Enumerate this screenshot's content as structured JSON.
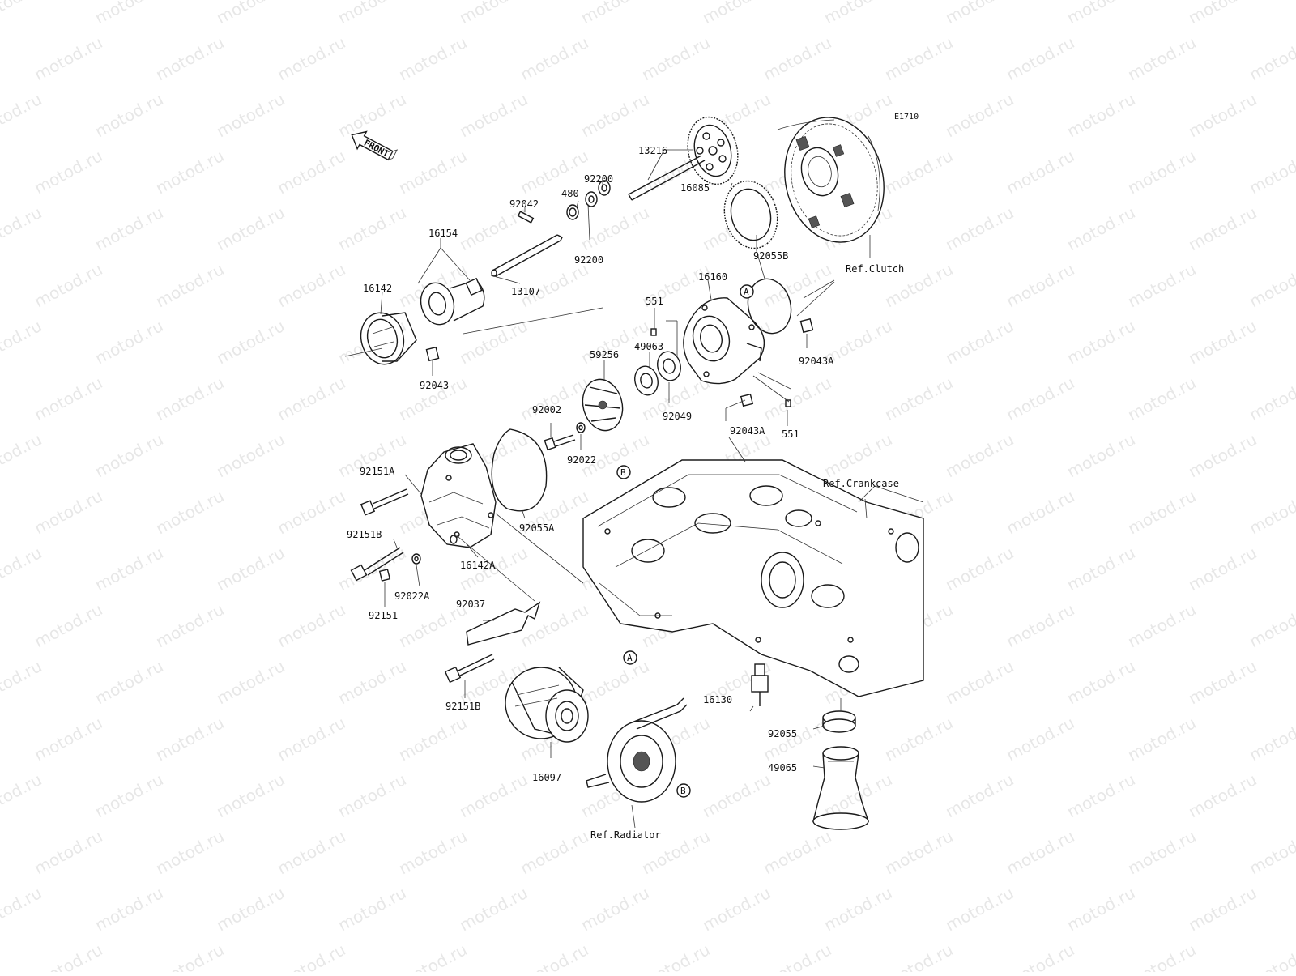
{
  "watermark": {
    "text": "motod.ru"
  },
  "diagram": {
    "code": "E1710",
    "front_label": "FRONT",
    "references": {
      "clutch": "Ref.Clutch",
      "crankcase": "Ref.Crankcase",
      "radiator": "Ref.Radiator"
    },
    "callouts": {
      "a": "A",
      "b": "B"
    },
    "parts": {
      "p13216": "13216",
      "p92200_top": "92200",
      "p480": "480",
      "p92042": "92042",
      "p16154": "16154",
      "p92200_bottom": "92200",
      "p13107": "13107",
      "p16085": "16085",
      "p92055B": "92055B",
      "p16142": "16142",
      "p16160": "16160",
      "p551_top": "551",
      "p49063": "49063",
      "p59256": "59256",
      "p92043": "92043",
      "p92043A_right": "92043A",
      "p92049": "92049",
      "p92002": "92002",
      "p92043A_mid": "92043A",
      "p551_bottom": "551",
      "p92022": "92022",
      "p92151A": "92151A",
      "p92055A": "92055A",
      "p92151B_top": "92151B",
      "p16142A": "16142A",
      "p92022A": "92022A",
      "p92151": "92151",
      "p92037": "92037",
      "p92151B_bottom": "92151B",
      "p16130": "16130",
      "p92055": "92055",
      "p16097": "16097",
      "p49065": "49065"
    }
  }
}
